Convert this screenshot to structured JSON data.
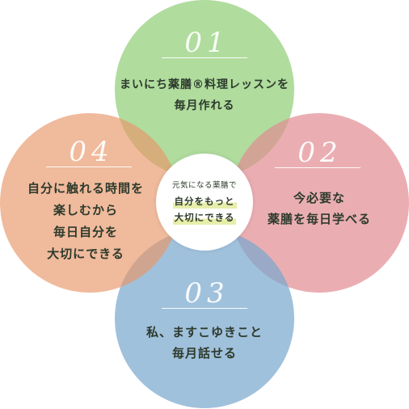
{
  "diagram": {
    "center": {
      "lead": "元気になる薬膳で",
      "main_lines": [
        "自分をもっと",
        "大切にできる"
      ]
    },
    "items": [
      {
        "number": "01",
        "lines": [
          "まいにち薬膳®料理レッスンを",
          "毎月作れる"
        ],
        "color": "#91ce78"
      },
      {
        "number": "02",
        "lines": [
          "今必要な",
          "薬膳を毎日学べる"
        ],
        "color": "#e18c92"
      },
      {
        "number": "03",
        "lines": [
          "私、ますこゆきこと",
          "毎月話せる"
        ],
        "color": "#78a6cd"
      },
      {
        "number": "04",
        "lines": [
          "自分に触れる時間を",
          "楽しむから",
          "毎日自分を",
          "大切にできる"
        ],
        "color": "#e89669"
      }
    ]
  }
}
